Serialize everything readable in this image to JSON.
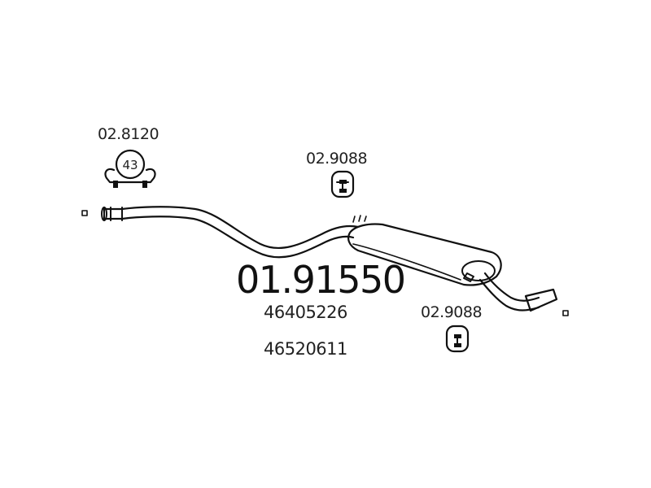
{
  "parts": {
    "clamp_label": "02.8120",
    "clamp_size": "43",
    "hanger_top_label": "02.9088",
    "hanger_bottom_label": "02.9088"
  },
  "product": {
    "part_number": "01.91550",
    "oem_numbers": [
      "46405226",
      "46520611"
    ]
  },
  "colors": {
    "ink": "#111111",
    "background": "#ffffff"
  }
}
